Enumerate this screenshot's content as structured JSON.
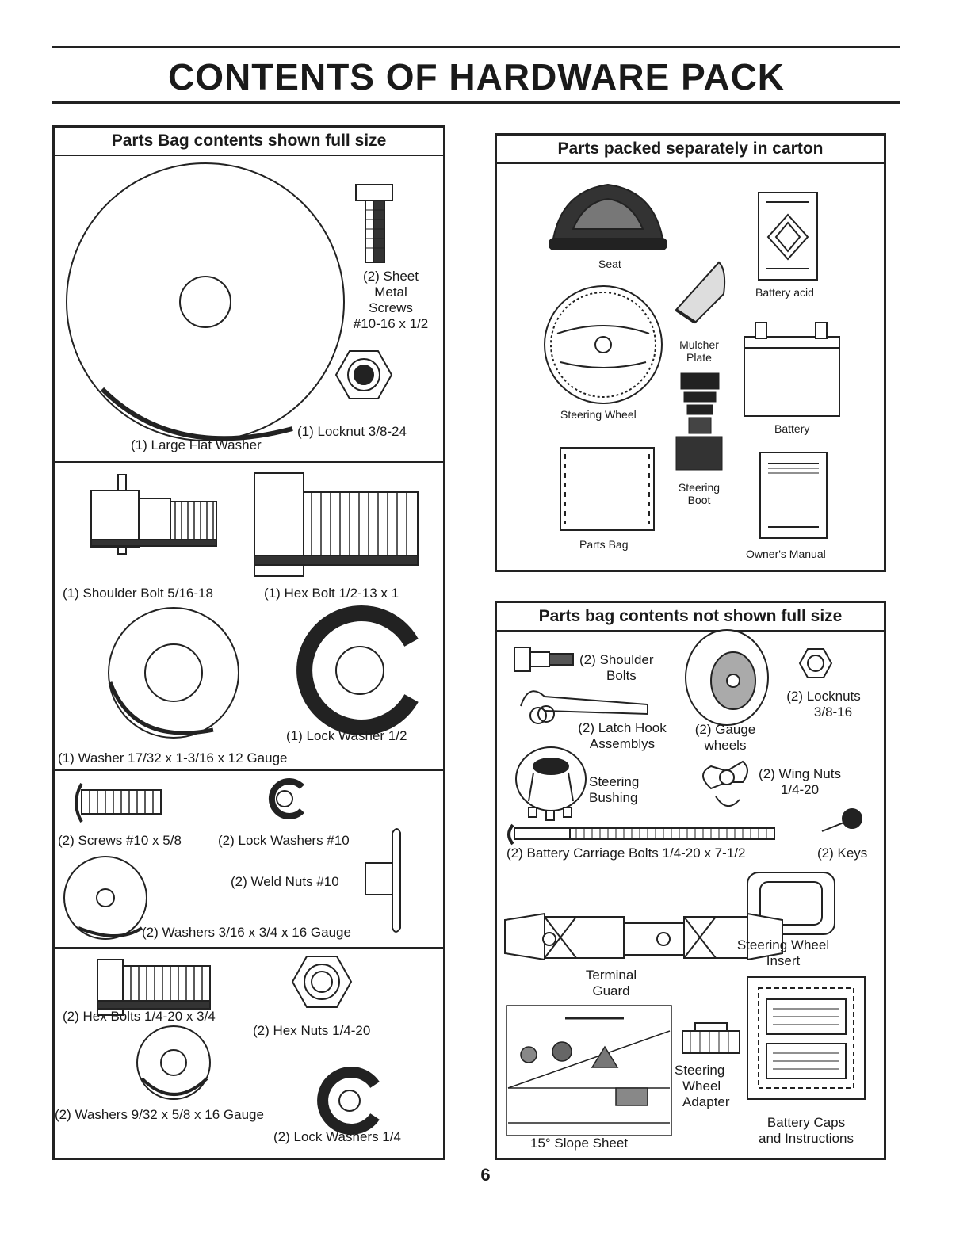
{
  "page_title": "CONTENTS OF HARDWARE PACK",
  "page_number": "6",
  "left_panel": {
    "header": "Parts Bag contents shown full size",
    "labels": {
      "sheet_metal_screws": [
        "(2) Sheet",
        "Metal",
        "Screws",
        "#10-16 x 1/2"
      ],
      "locknut": "(1) Locknut  3/8-24",
      "large_flat_washer": "(1) Large Flat Washer",
      "shoulder_bolt": "(1) Shoulder Bolt  5/16-18",
      "hex_bolt": "(1) Hex Bolt  1/2-13 x 1",
      "lock_washer": "(1) Lock Washer  1/2",
      "washer": "(1) Washer  17/32 x 1-3/16 x 12 Gauge",
      "screws": "(2) Screws  #10 x 5/8",
      "lock_washers_10": "(2) Lock Washers  #10",
      "weld_nuts": "(2) Weld Nuts  #10",
      "washers_316": "(2) Washers  3/16 x 3/4 x 16 Gauge",
      "hex_bolts": "(2) Hex Bolts  1/4-20 x 3/4",
      "hex_nuts": "(2) Hex Nuts  1/4-20",
      "washers_932": "(2) Washers  9/32  x 5/8 x 16 Gauge",
      "lock_washers_14": "(2) Lock Washers  1/4"
    }
  },
  "right_top_panel": {
    "header": "Parts packed separately in carton",
    "labels": {
      "seat": "Seat",
      "battery_acid": "Battery acid",
      "mulcher_plate": [
        "Mulcher",
        "Plate"
      ],
      "steering_wheel": "Steering Wheel",
      "battery": "Battery",
      "steering_boot": [
        "Steering",
        "Boot"
      ],
      "parts_bag": "Parts Bag",
      "owners_manual": "Owner's Manual"
    }
  },
  "right_bottom_panel": {
    "header": "Parts bag contents not shown full size",
    "labels": {
      "shoulder_bolts": [
        "(2) Shoulder",
        "Bolts"
      ],
      "locknuts": [
        "(2) Locknuts",
        "3/8-16"
      ],
      "latch_hook": [
        "(2) Latch Hook",
        "Assemblys"
      ],
      "gauge_wheels": [
        "(2) Gauge",
        "wheels"
      ],
      "steering_bushing": [
        "Steering",
        "Bushing"
      ],
      "wing_nuts": [
        "(2) Wing Nuts",
        "1/4-20"
      ],
      "carriage_bolts": "(2) Battery Carriage Bolts 1/4-20 x 7-1/2",
      "keys": "(2) Keys",
      "steering_wheel_insert": [
        "Steering Wheel",
        "Insert"
      ],
      "terminal_guard": [
        "Terminal",
        "Guard"
      ],
      "steering_wheel_adapter": [
        "Steering",
        "Wheel",
        "Adapter"
      ],
      "battery_caps": [
        "Battery Caps",
        "and Instructions"
      ],
      "slope_sheet": "15° Slope Sheet"
    }
  }
}
